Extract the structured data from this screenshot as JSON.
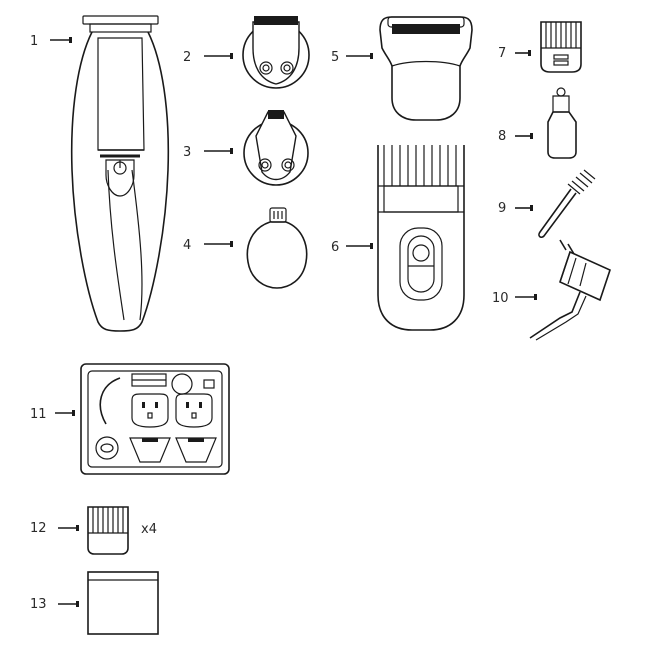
{
  "labels": [
    "1",
    "2",
    "3",
    "4",
    "5",
    "6",
    "7",
    "8",
    "9",
    "10",
    "11",
    "12",
    "13"
  ],
  "quantity_note": "x4"
}
